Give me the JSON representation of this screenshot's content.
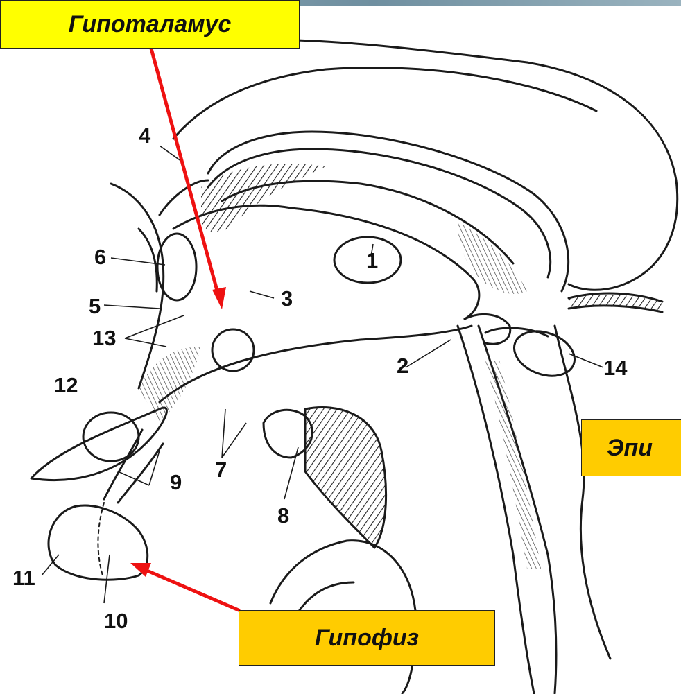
{
  "labels": {
    "hypothalamus": "Гипоталамус",
    "hypophysis": "Гипофиз",
    "epiphysis": "Эпи"
  },
  "numbers": [
    "1",
    "2",
    "3",
    "4",
    "5",
    "6",
    "7",
    "8",
    "9",
    "10",
    "11",
    "12",
    "13",
    "14"
  ],
  "colors": {
    "hypothalamus_box": "#ffff00",
    "hypophysis_box": "#ffcc00",
    "epiphysis_box": "#ffcc00",
    "arrow": "#ee1111"
  }
}
